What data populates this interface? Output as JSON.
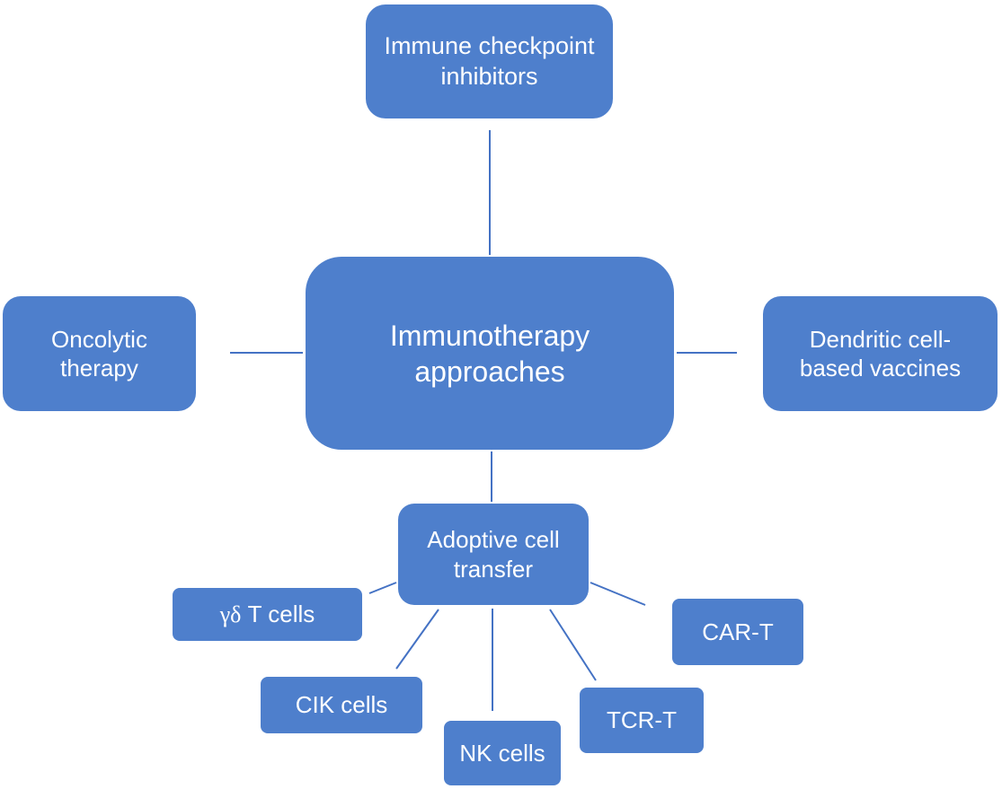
{
  "diagram": {
    "colors": {
      "box_fill": "#4e7fcc",
      "box_text": "#ffffff",
      "connector": "#4472c4",
      "background": "#ffffff"
    },
    "nodes": {
      "center": {
        "line1": "Immunotherapy",
        "line2": "approaches"
      },
      "checkpoint": {
        "line1": "Immune checkpoint",
        "line2": "inhibitors"
      },
      "oncolytic": {
        "line1": "Oncolytic",
        "line2": "therapy"
      },
      "dendritic": {
        "line1": "Dendritic cell-",
        "line2": "based vaccines"
      },
      "act": {
        "line1": "Adoptive cell",
        "line2": "transfer"
      },
      "gamma_delta": {
        "greek": "γδ",
        "rest": " T cells"
      },
      "cart": {
        "label": "CAR-T"
      },
      "cik": {
        "label": "CIK cells"
      },
      "tcrt": {
        "label": "TCR-T"
      },
      "nk": {
        "label": "NK cells"
      }
    }
  }
}
